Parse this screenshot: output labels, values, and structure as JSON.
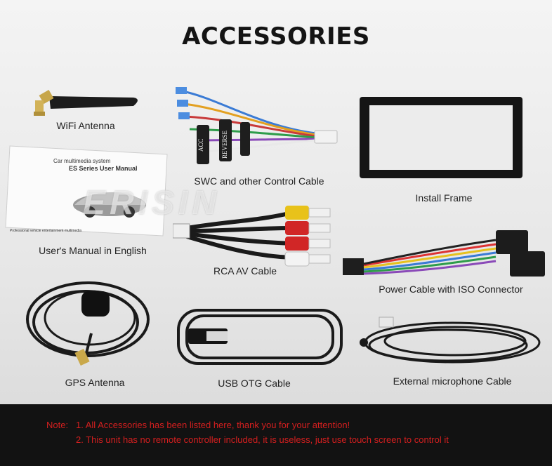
{
  "title": "ACCESSORIES",
  "watermark": "ERISIN",
  "accessories": {
    "wifi_antenna": "WiFi Antenna",
    "swc_cable": "SWC and other Control Cable",
    "install_frame": "Install Frame",
    "user_manual": "User's Manual in English",
    "rca_cable": "RCA AV Cable",
    "power_cable": "Power Cable with ISO Connector",
    "gps_antenna": "GPS Antenna",
    "usb_otg_cable": "USB OTG Cable",
    "microphone_cable": "External microphone Cable"
  },
  "manual_cover": {
    "line1": "Car multimedia system",
    "line2": "ES Series User Manual",
    "footer": "Professional vehicle entertainment multimedia"
  },
  "cable_tags": {
    "acc": "ACC",
    "reverse": "REVERSE"
  },
  "notes": {
    "prefix": "Note:",
    "note1": "1. All Accessories has been listed here, thank you for your attention!",
    "note2": "2. This unit has no remote controller included, it is useless, just use touch screen to control it"
  },
  "colors": {
    "note_text": "#d41f1f",
    "note_background": "#121212"
  }
}
